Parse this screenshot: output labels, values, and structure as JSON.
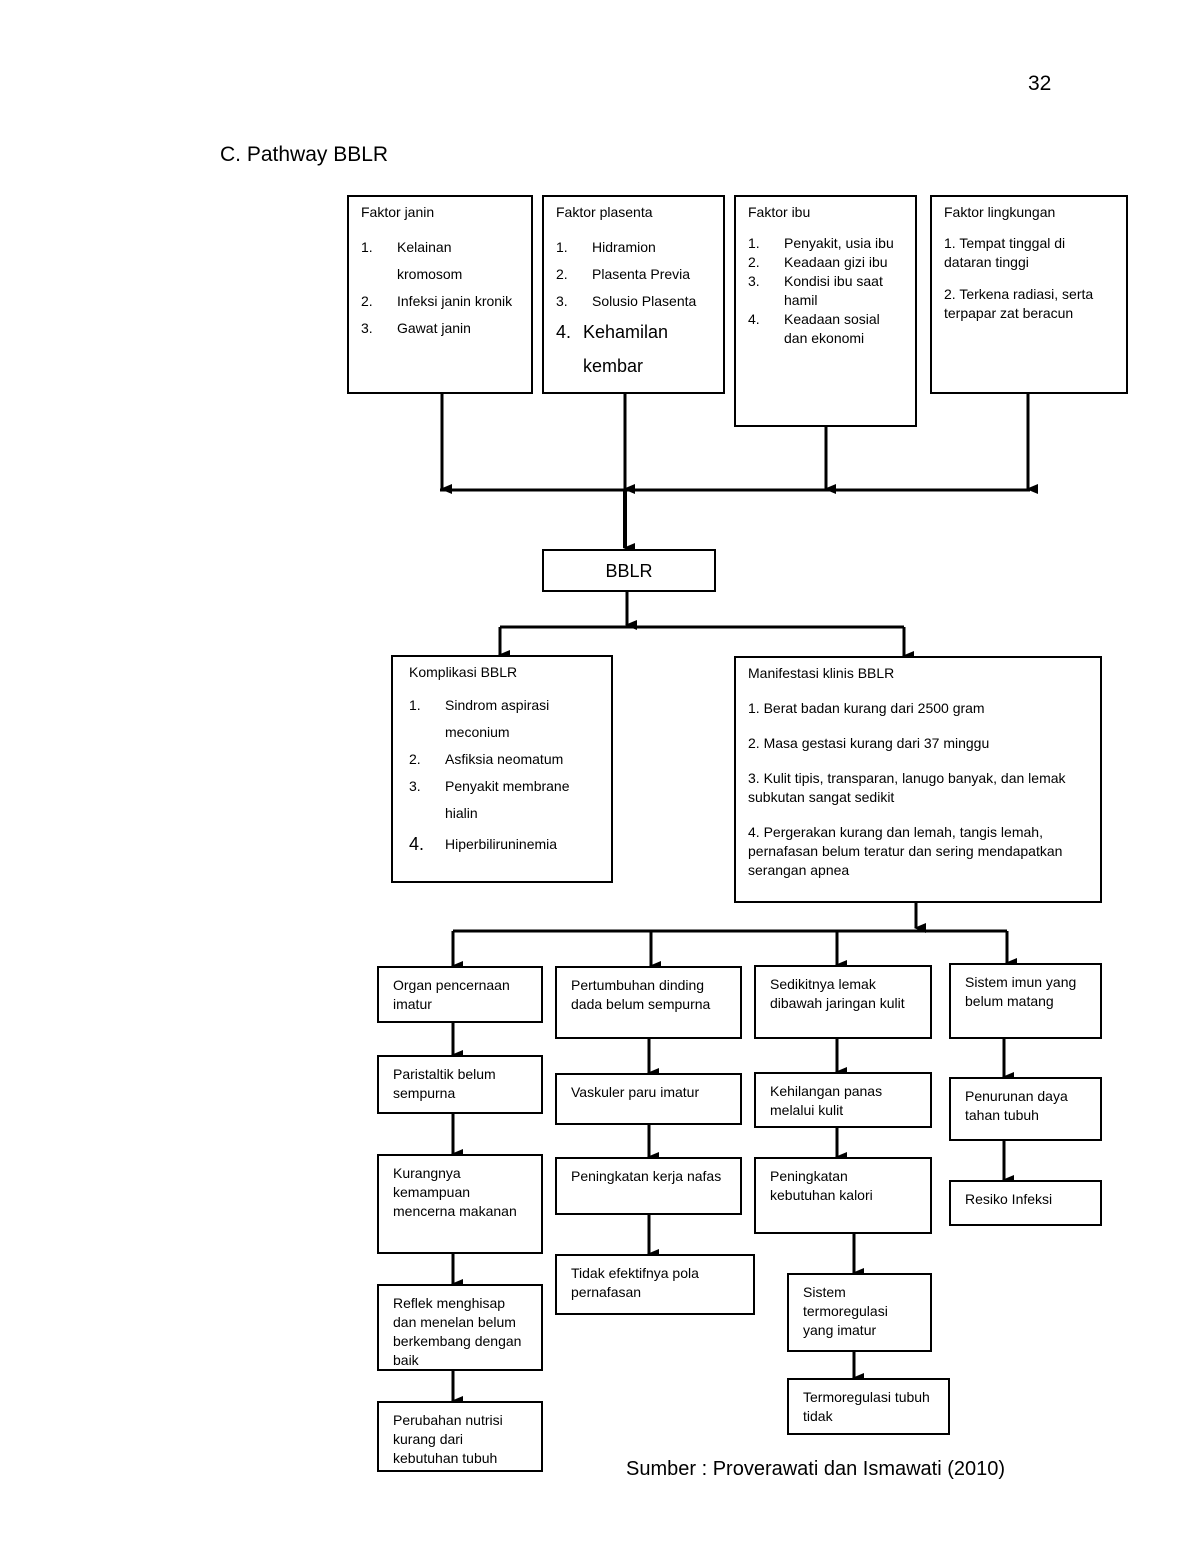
{
  "page_number": "32",
  "section_title": "C. Pathway BBLR",
  "factors": {
    "janin": {
      "title": "Faktor janin",
      "items": [
        {
          "n": "1.",
          "t": "Kelainan kromosom"
        },
        {
          "n": "2.",
          "t": "Infeksi janin kronik"
        },
        {
          "n": "3.",
          "t": "Gawat janin"
        }
      ]
    },
    "plasenta": {
      "title": "Faktor plasenta",
      "items": [
        {
          "n": "1.",
          "t": "Hidramion"
        },
        {
          "n": "2.",
          "t": "Plasenta Previa"
        },
        {
          "n": "3.",
          "t": "Solusio Plasenta"
        },
        {
          "n": "4.",
          "t": "Kehamilan kembar"
        }
      ]
    },
    "ibu": {
      "title": "Faktor ibu",
      "items": [
        {
          "n": "1.",
          "t": "Penyakit, usia ibu"
        },
        {
          "n": "2.",
          "t": "Keadaan gizi ibu"
        },
        {
          "n": "3.",
          "t": "Kondisi ibu saat hamil"
        },
        {
          "n": "4.",
          "t": "Keadaan sosial dan ekonomi"
        }
      ]
    },
    "lingkungan": {
      "title": "Faktor lingkungan",
      "items": [
        "1. Tempat tinggal di dataran tinggi",
        "2. Terkena radiasi, serta terpapar zat beracun"
      ]
    }
  },
  "center": "BBLR",
  "komplikasi": {
    "title": "Komplikasi BBLR",
    "items": [
      {
        "n": "1.",
        "t": "Sindrom aspirasi meconium"
      },
      {
        "n": "2.",
        "t": "Asfiksia neomatum"
      },
      {
        "n": "3.",
        "t": "Penyakit membrane hialin"
      },
      {
        "n": "4.",
        "t": "Hiperbiliruninemia"
      }
    ]
  },
  "manifestasi": {
    "title": "Manifestasi klinis BBLR",
    "items": [
      "1. Berat badan kurang dari 2500 gram",
      "2. Masa gestasi kurang dari 37 minggu",
      "3. Kulit tipis, transparan, lanugo banyak, dan lemak subkutan sangat sedikit",
      "4. Pergerakan kurang dan lemah, tangis lemah, pernafasan belum teratur dan sering mendapatkan serangan apnea"
    ]
  },
  "col1": [
    "Organ pencernaan imatur",
    "Paristaltik belum sempurna",
    "Kurangnya kemampuan mencerna makanan",
    "Reflek menghisap dan menelan belum berkembang dengan baik",
    "Perubahan nutrisi kurang dari kebutuhan tubuh"
  ],
  "col2": [
    "Pertumbuhan dinding dada belum sempurna",
    "Vaskuler paru imatur",
    "Peningkatan kerja nafas",
    "Tidak efektifnya pola pernafasan"
  ],
  "col3": [
    "Sedikitnya lemak dibawah jaringan kulit",
    "Kehilangan panas melalui kulit",
    "Peningkatan kebutuhan kalori",
    "Sistem termoregulasi yang imatur",
    "Termoregulasi tubuh tidak"
  ],
  "col4": [
    "Sistem imun yang belum matang",
    "Penurunan daya tahan tubuh",
    "Resiko Infeksi"
  ],
  "source": "Sumber : Proverawati dan Ismawati (2010)"
}
